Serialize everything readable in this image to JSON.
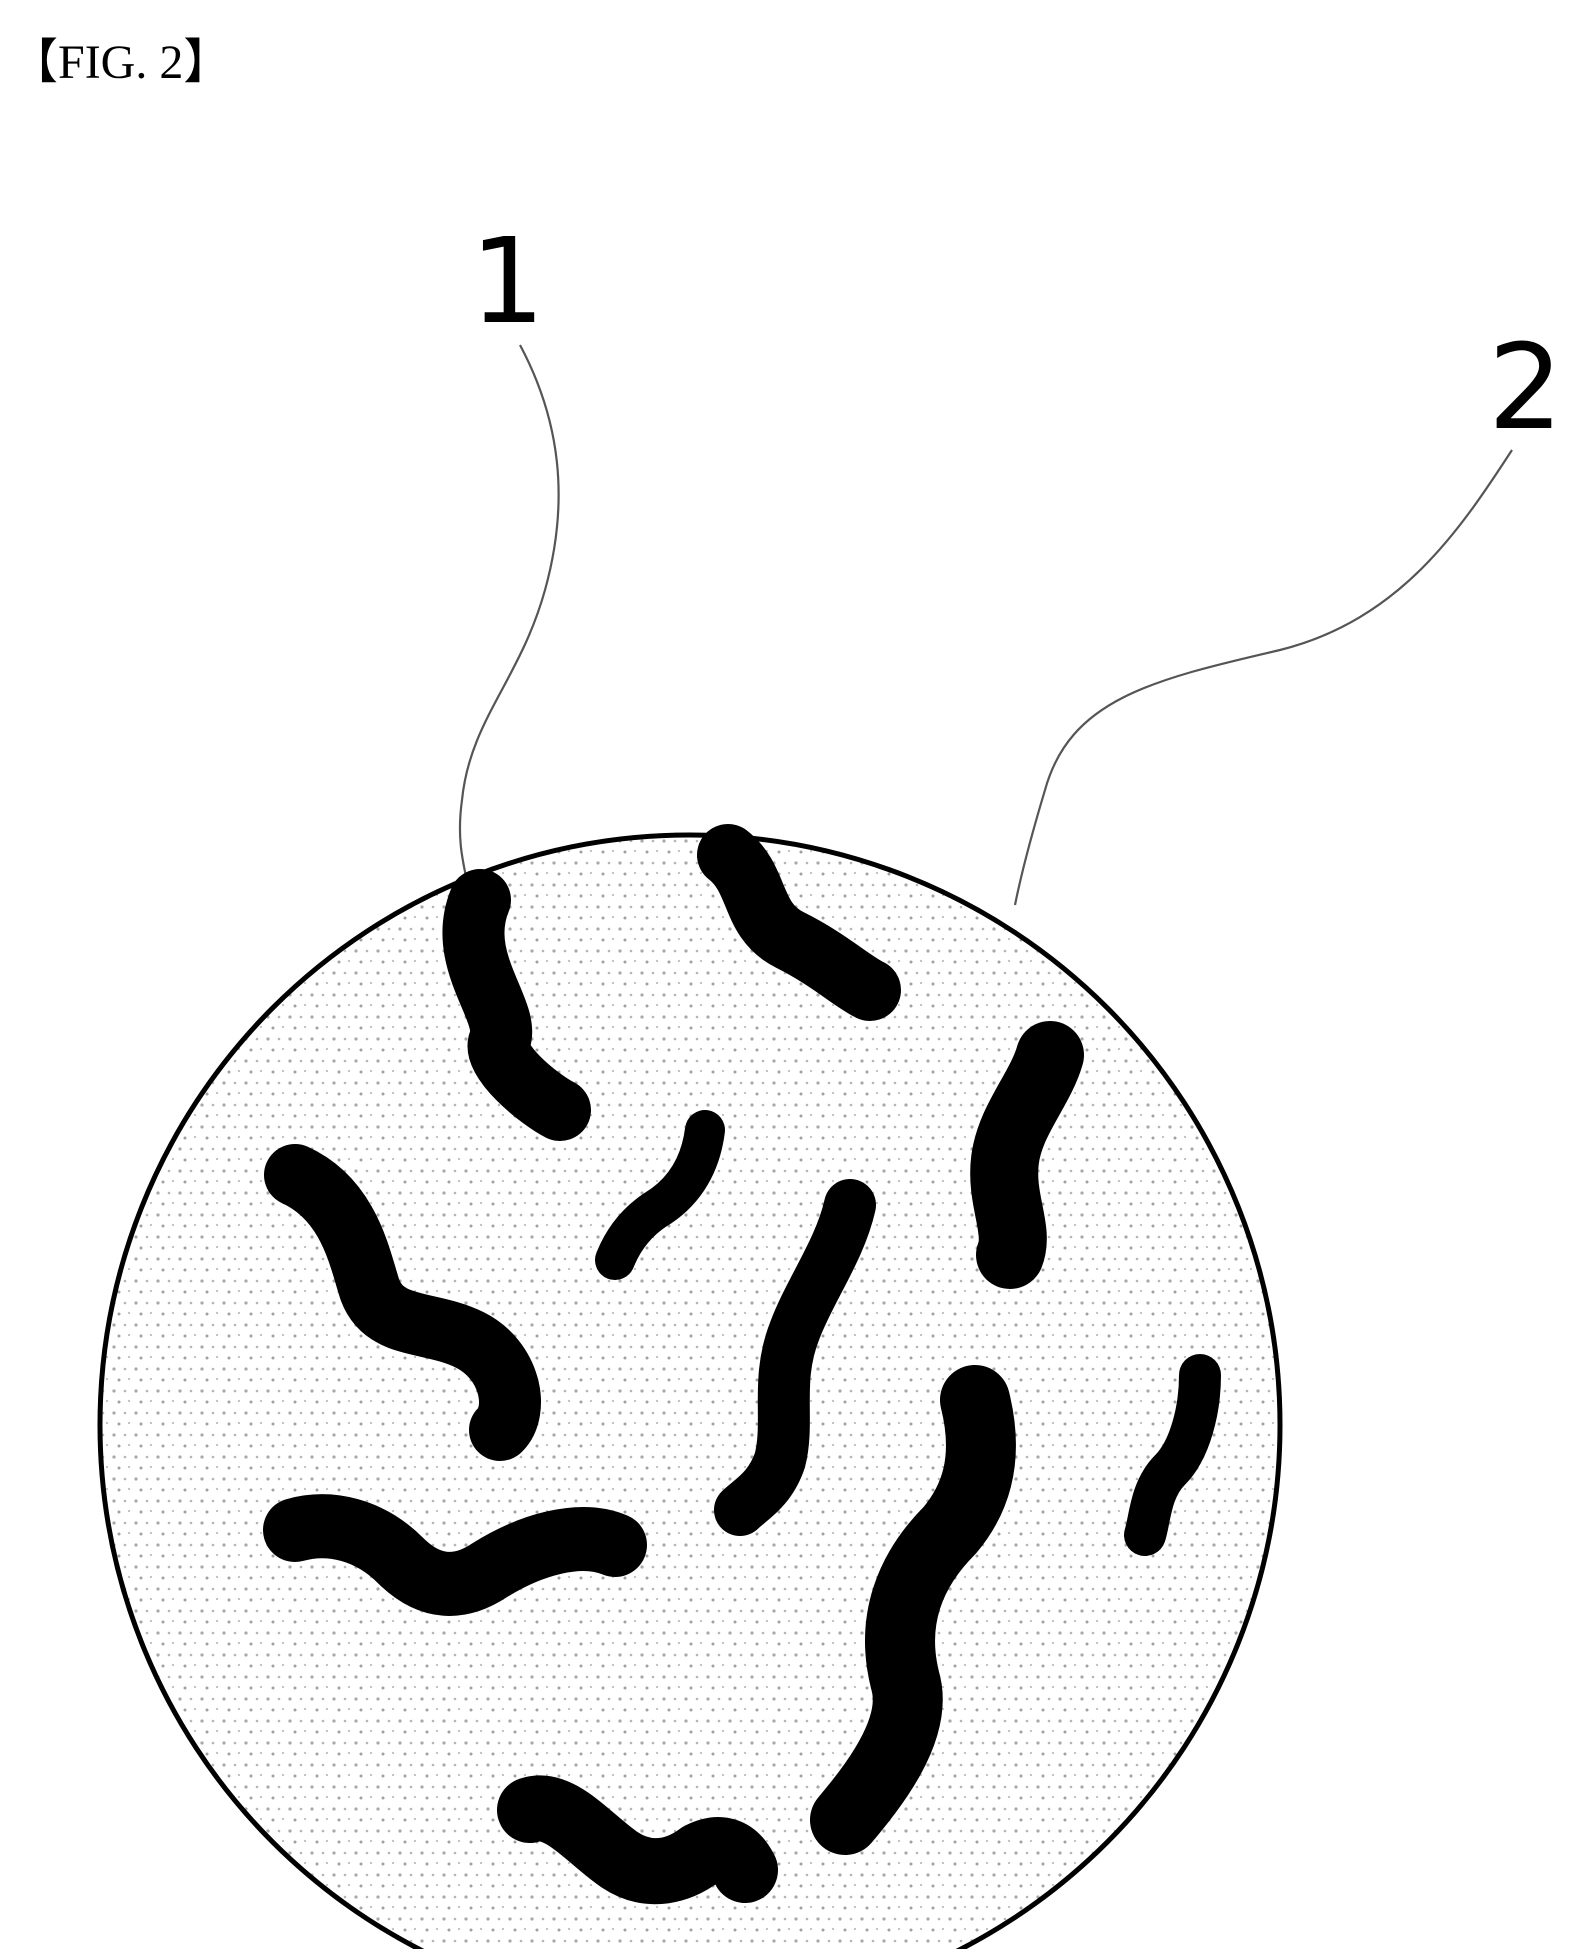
{
  "figure": {
    "label": "【FIG. 2】"
  },
  "references": [
    {
      "id": "ref-1",
      "label": "1"
    },
    {
      "id": "ref-2",
      "label": "2"
    }
  ],
  "colors": {
    "outline": "#000000",
    "particles": "#000000",
    "dots": "#9a9a9a",
    "leader": "#555555",
    "background": "#ffffff"
  }
}
